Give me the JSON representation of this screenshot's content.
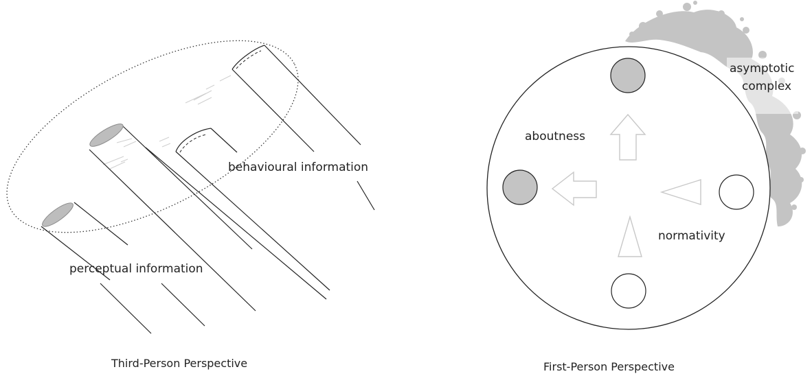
{
  "left_panel": {
    "caption": "Third-Person Perspective",
    "label_perceptual": "perceptual information",
    "label_behavioural": "behavioural information"
  },
  "right_panel": {
    "caption": "First-Person Perspective",
    "label_aboutness": "aboutness",
    "label_normativity": "normativity",
    "label_asymptotic_line1": "asymptotic",
    "label_asymptotic_line2": "complex"
  },
  "colors": {
    "line": "#222222",
    "grey_fill": "#bdbdbd",
    "faint_outline": "#c8c8c8",
    "cloud": "#c4c4c4"
  }
}
